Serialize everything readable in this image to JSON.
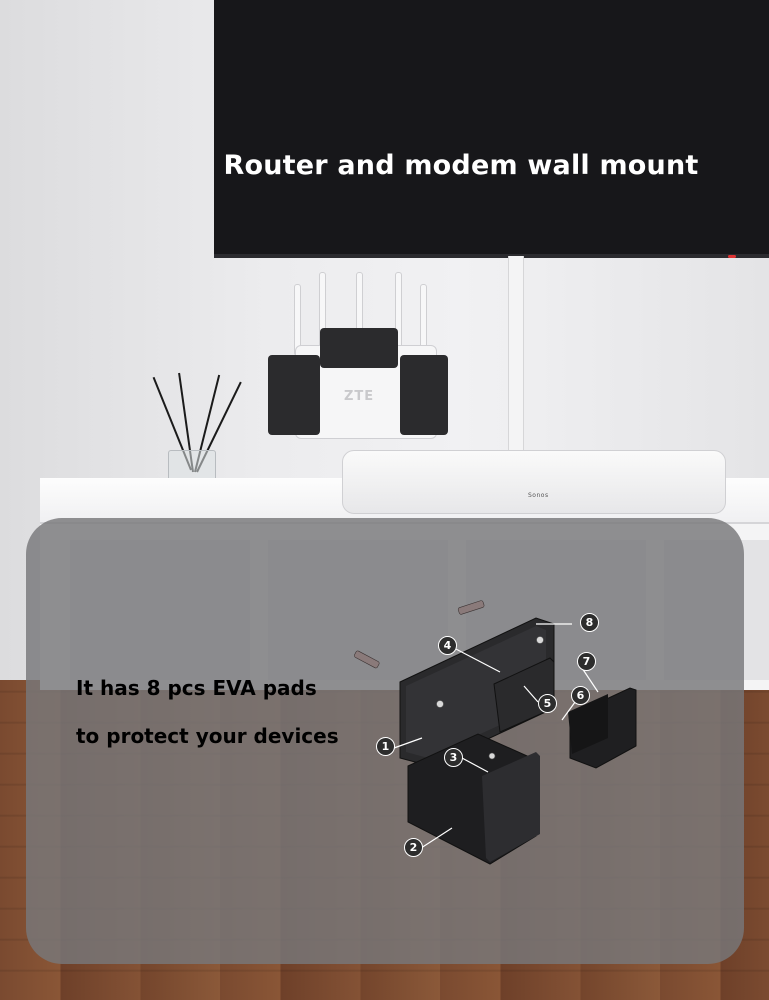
{
  "tv": {
    "title": "Router and modem wall mount"
  },
  "router": {
    "logo": "ZTE"
  },
  "speaker": {
    "label": "Sonos"
  },
  "overlay": {
    "caption_line_1": "It has 8 pcs EVA pads",
    "caption_line_2": "to protect your devices"
  },
  "diagram": {
    "markers": [
      "1",
      "2",
      "3",
      "4",
      "5",
      "6",
      "7",
      "8"
    ]
  },
  "colors": {
    "mount": "#2b2b2d",
    "overlay": "#78787a",
    "tv": "#17171a"
  }
}
